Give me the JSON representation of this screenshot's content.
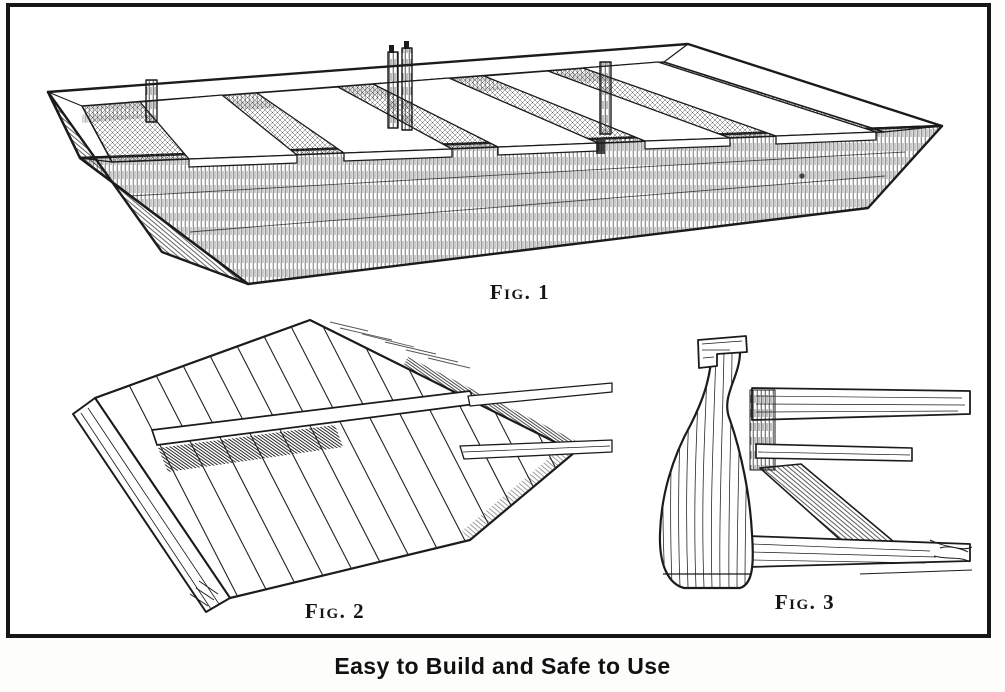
{
  "plate": {
    "caption": "Easy to Build and Safe to Use",
    "ink_color": "#1b1b1b",
    "paper_color": "#ffffff",
    "figures": [
      {
        "label": "Fig. 1"
      },
      {
        "label": "Fig. 2"
      },
      {
        "label": "Fig. 3"
      }
    ]
  }
}
